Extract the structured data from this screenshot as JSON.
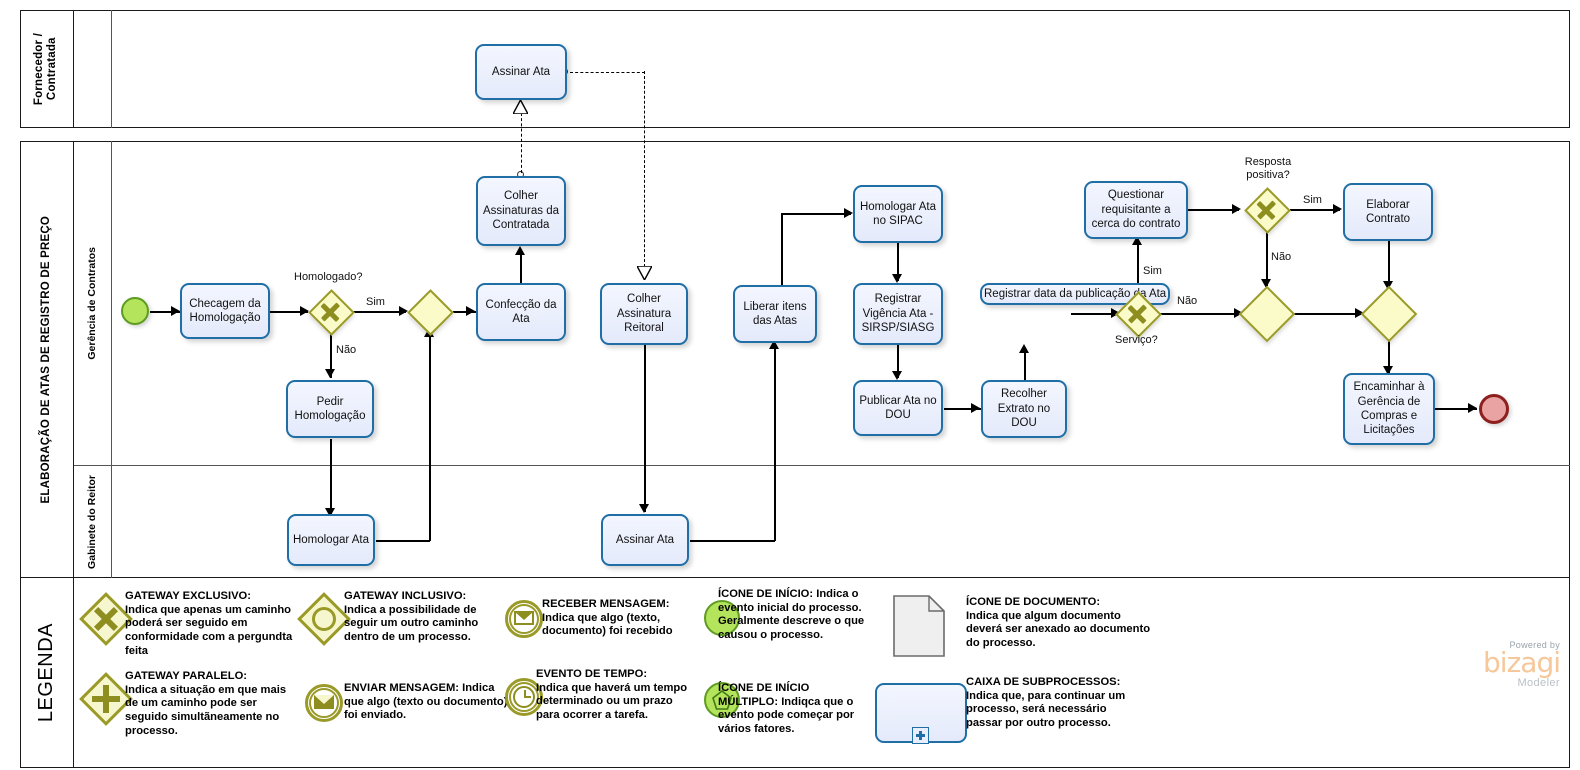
{
  "diagram": {
    "pool_title": "ELABORAÇÃO DE ATAS DE REGISTRO DE PREÇO",
    "top_pool_lane": "Fornecedor /\nContratada",
    "lanes": [
      {
        "label": "Gerência de Contratos"
      },
      {
        "label": "Gabinete do Reitor"
      }
    ]
  },
  "tasks": {
    "assinar_ata_fornecedor": "Assinar Ata",
    "colher_assinaturas_contratada": "Colher Assinaturas da Contratada",
    "checagem_homologacao": "Checagem da Homologação",
    "pedir_homologacao": "Pedir Homologação",
    "confeccao_ata": "Confecção da Ata",
    "colher_assinatura_reitoral": "Colher Assinatura Reitoral",
    "homologar_ata": "Homologar Ata",
    "assinar_ata_reitor": "Assinar Ata",
    "liberar_itens": "Liberar itens das Atas",
    "homologar_ata_sipac": "Homologar Ata no SIPAC",
    "registrar_vigencia": "Registrar Vigência Ata - SIRSP/SIASG",
    "publicar_ata_dou": "Publicar Ata no DOU",
    "recolher_extrato_dou": "Recolher Extrato no DOU",
    "registrar_data_publicacao": "Registrar data da publicação da Ata",
    "questionar_requisitante": "Questionar requisitante a cerca do contrato",
    "elaborar_contrato": "Elaborar Contrato",
    "encaminhar_gerencia": "Encaminhar à Gerência de Compras e Licitações"
  },
  "gateway_labels": {
    "homologado": "Homologado?",
    "servico": "Serviço?",
    "resposta_positiva": "Resposta positiva?"
  },
  "flow_labels": {
    "sim_1": "Sim",
    "nao_1": "Não",
    "sim_2": "Sim",
    "nao_2": "Não",
    "sim_3": "Sim",
    "nao_3": "Não"
  },
  "legend": {
    "title": "LEGENDA",
    "items": [
      {
        "icon": "exclusive-gateway-icon",
        "heading": "GATEWAY EXCLUSIVO:",
        "body": "Indica que apenas um caminho poderá ser seguido em conformidade com a pergundta feita"
      },
      {
        "icon": "parallel-gateway-icon",
        "heading": "GATEWAY PARALELO:",
        "body": "Indica a situação em que mais de um caminho pode ser seguido simultãneamente no processo."
      },
      {
        "icon": "inclusive-gateway-icon",
        "heading": "GATEWAY INCLUSIVO:",
        "body": "Indica a possibilidade de seguir um outro caminho dentro de um processo."
      },
      {
        "icon": "send-message-icon",
        "heading": "ENVIAR MENSAGEM:",
        "body": "Indica que algo (texto ou documento) foi enviado."
      },
      {
        "icon": "receive-message-icon",
        "heading": "RECEBER MENSAGEM:",
        "body": "Indica que algo (texto, documento) foi recebido"
      },
      {
        "icon": "timer-event-icon",
        "heading": "EVENTO DE TEMPO:",
        "body": "Indica que haverá um tempo determinado ou um prazo para ocorrer a tarefa."
      },
      {
        "icon": "start-event-icon",
        "heading": "ÍCONE DE INÍCIO:",
        "body": "Indica o evento inicial do processo. Geralmente descreve o que causou o processo."
      },
      {
        "icon": "multiple-start-event-icon",
        "heading": "ÍCONE DE INÍCIO MÚLTIPLO:",
        "body": "Indiqca que o evento pode começar por vários fatores."
      },
      {
        "icon": "document-icon",
        "heading": "ÍCONE DE DOCUMENTO:",
        "body": "Indica que algum documento deverá ser anexado ao documento do processo."
      },
      {
        "icon": "subprocess-box-icon",
        "heading": "CAIXA DE SUBPROCESSOS:",
        "body": "Indica que, para continuar um processo, será necessário passar por outro processo."
      }
    ]
  },
  "branding": {
    "powered_by": "Powered by",
    "name": "bizagi",
    "product": "Modeler"
  },
  "colors": {
    "task_border": "#1f6ea5",
    "task_fill": "#e4eafb",
    "gateway_fill": "#fbfbc9",
    "gateway_border": "#9a9a28",
    "start_event": "#b4e35c",
    "end_event": "#e9a3a3",
    "legend_olive": "#9a9a28",
    "brand_orange": "#f6c79a"
  }
}
